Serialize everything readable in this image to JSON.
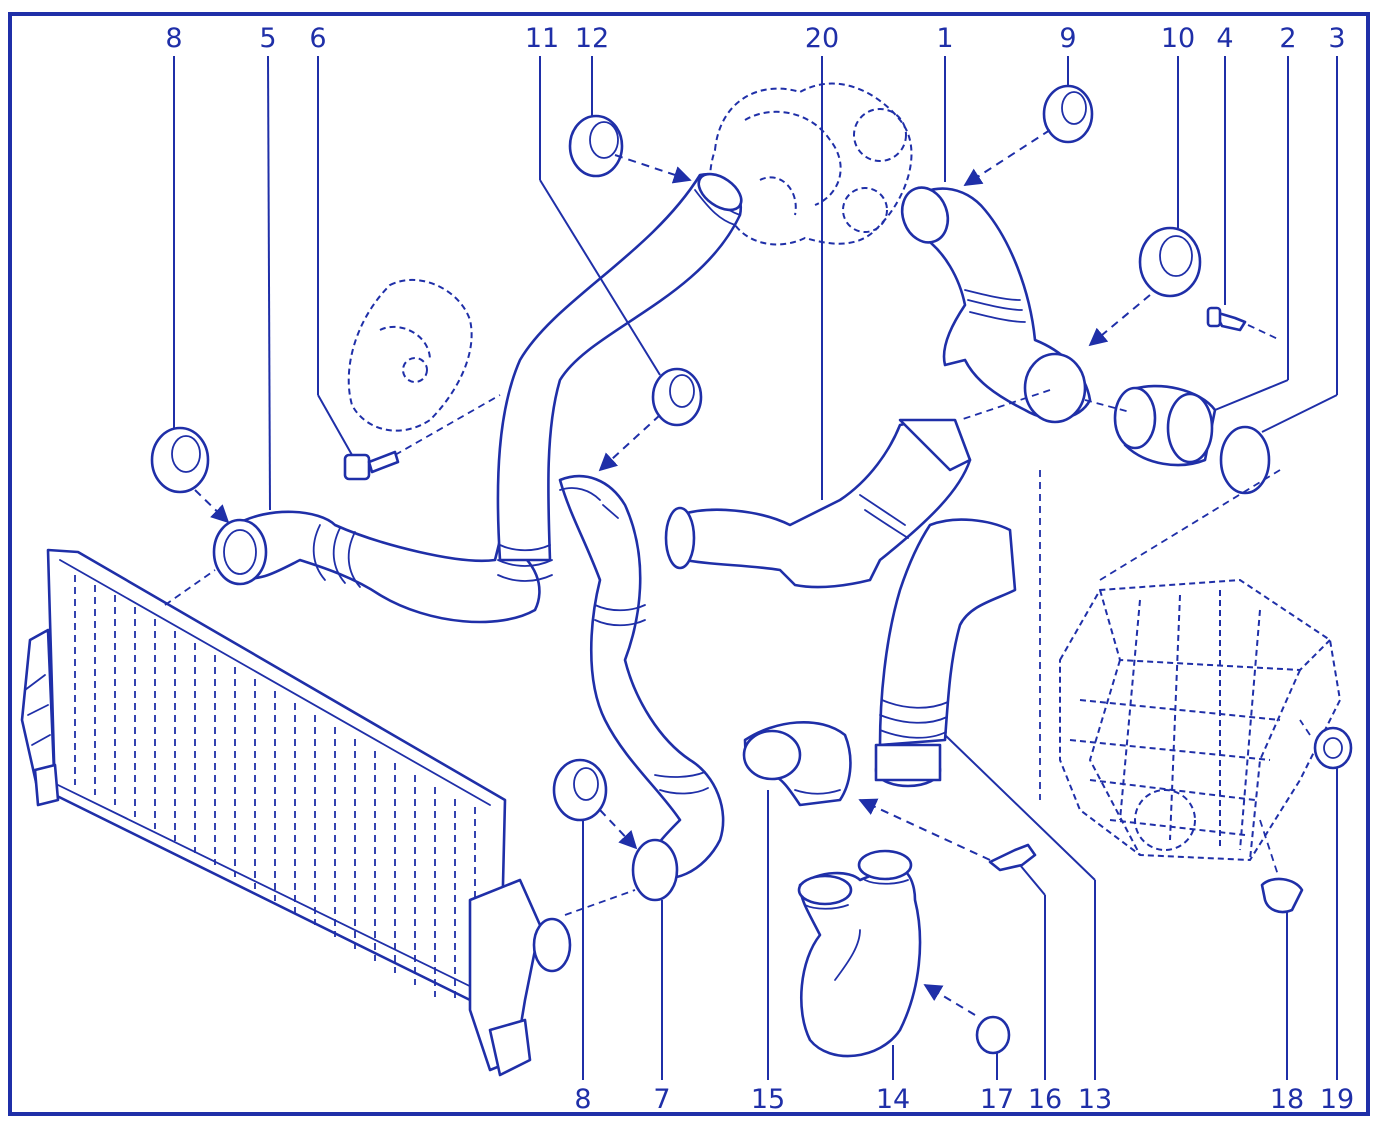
{
  "colors": {
    "ink": "#1f2fa8",
    "paper": "#ffffff"
  },
  "callouts": {
    "top": [
      "8",
      "5",
      "6",
      "11",
      "12",
      "20",
      "1",
      "9",
      "10",
      "4",
      "2",
      "3"
    ],
    "bottom": [
      "8",
      "7",
      "15",
      "14",
      "17",
      "16",
      "13",
      "18",
      "19"
    ]
  }
}
